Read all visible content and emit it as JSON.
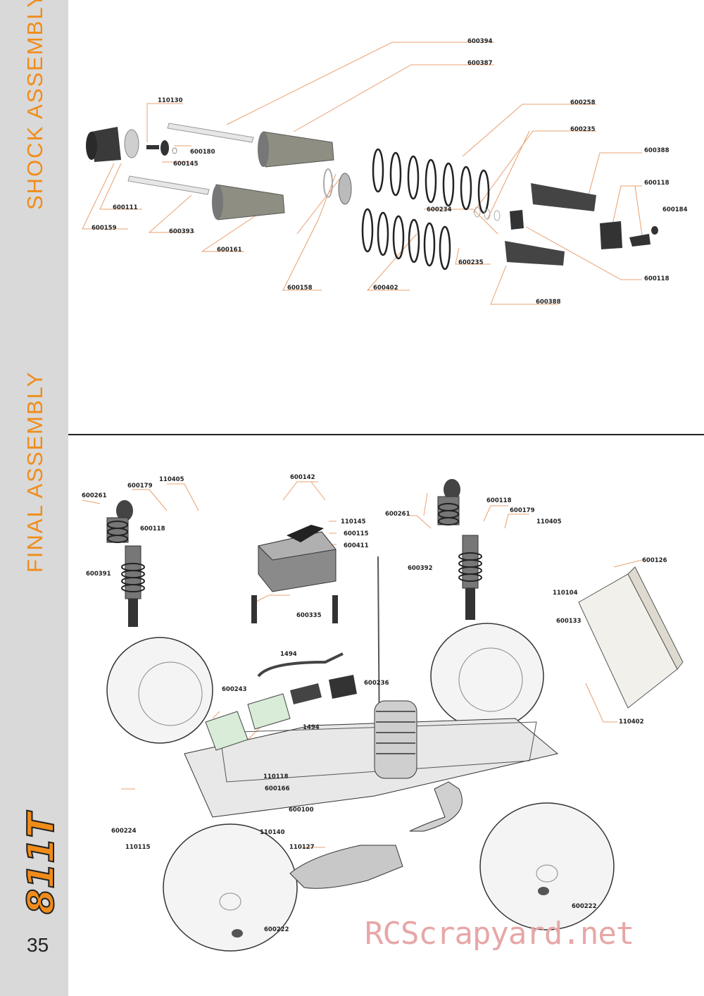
{
  "sidebar": {
    "section_top": "SHOCK ASSEMBLY",
    "section_bottom": "FINAL ASSEMBLY",
    "logo_text": "811T",
    "page_number": "35"
  },
  "shock_assembly": {
    "labels": {
      "p600394": "600394",
      "p600387": "600387",
      "p110130": "110130",
      "p600258": "600258",
      "p600235a": "600235",
      "p600180": "600180",
      "p600145": "600145",
      "p600388a": "600388",
      "p600118a": "600118",
      "p600111": "600111",
      "p600234": "600234",
      "p600184": "600184",
      "p600159": "600159",
      "p600393": "600393",
      "p600161": "600161",
      "p600235b": "600235",
      "p600118b": "600118",
      "p600158": "600158",
      "p600402": "600402",
      "p600388b": "600388"
    }
  },
  "final_assembly": {
    "labels": {
      "p600142": "600142",
      "p110405a": "110405",
      "p600179a": "600179",
      "p600261a": "600261",
      "p600118a": "600118",
      "p110145": "110145",
      "p600115": "600115",
      "p600411": "600411",
      "p600391": "600391",
      "p600261b": "600261",
      "p600118b": "600118",
      "p600179b": "600179",
      "p110405b": "110405",
      "p600392": "600392",
      "p600126": "600126",
      "p110104": "110104",
      "p600133": "600133",
      "p600335": "600335",
      "p1494a": "1494",
      "p600236": "600236",
      "p600243": "600243",
      "p1494b": "1494",
      "p110402": "110402",
      "p110118": "110118",
      "p600166": "600166",
      "p600100": "600100",
      "p600224": "600224",
      "p110140": "110140",
      "p110115": "110115",
      "p110127": "110127",
      "p600222a": "600222",
      "p600222b": "600222"
    }
  },
  "watermark": "RCScrapyard.net",
  "colors": {
    "sidebar": "#d9d9d9",
    "accent": "#f08c1a",
    "leader_line": "#e8a070",
    "text": "#222222",
    "watermark": "#e7a7a7"
  }
}
